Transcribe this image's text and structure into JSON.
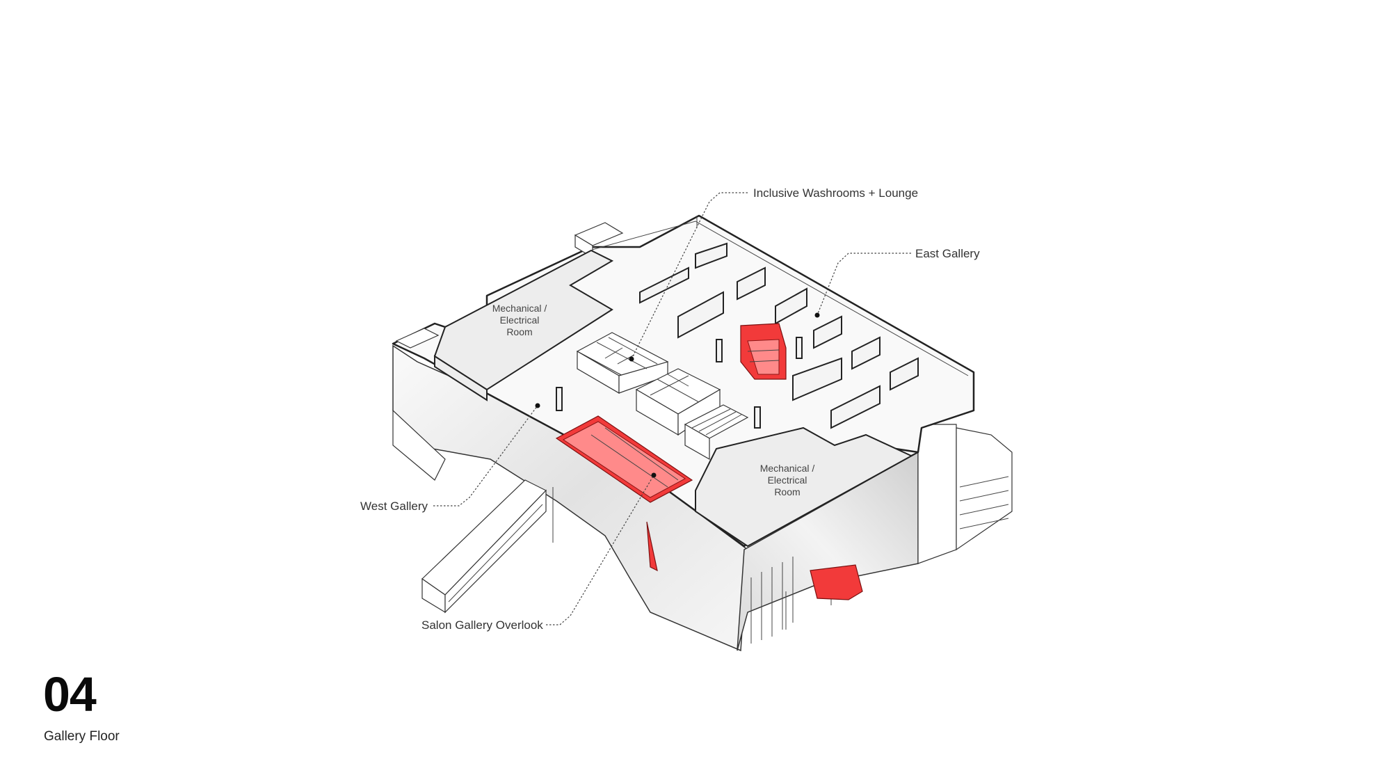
{
  "page": {
    "number": "04",
    "subtitle": "Gallery Floor"
  },
  "labels": {
    "inclusive_washrooms": "Inclusive Washrooms + Lounge",
    "east_gallery": "East Gallery",
    "west_gallery": "West Gallery",
    "salon_gallery_overlook": "Salon Gallery Overlook",
    "mech_room_north": [
      "Mechanical /",
      "Electrical",
      "Room"
    ],
    "mech_room_south": [
      "Mechanical /",
      "Electrical",
      "Room"
    ]
  },
  "colors": {
    "accent_red": "#f23a3a",
    "linework": "#222222",
    "background": "#ffffff"
  }
}
